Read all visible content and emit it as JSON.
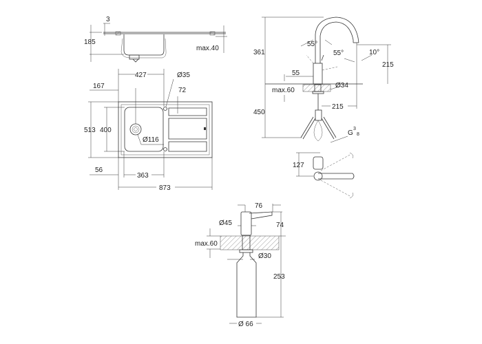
{
  "sink_side": {
    "thickness": "3",
    "depth": "185",
    "max_counter": "max.40"
  },
  "sink_top": {
    "bowl_width": "427",
    "offset_left": "167",
    "tap_hole": "Ø35",
    "rib_offset": "72",
    "total_depth": "513",
    "bowl_depth": "400",
    "drain": "Ø116",
    "edge_offset": "56",
    "inner_width": "363",
    "total_width": "873"
  },
  "faucet": {
    "height": "361",
    "hose": "450",
    "swivel_a": "55°",
    "swivel_b": "55°",
    "tilt": "10°",
    "spout_height": "215",
    "body": "55",
    "max_counter": "max.60",
    "hole": "Ø34",
    "reach": "215",
    "thread": "G",
    "thread_num": "3",
    "thread_den": "8",
    "top_depth": "127"
  },
  "dispenser": {
    "width": "76",
    "head": "Ø45",
    "head_height": "74",
    "max_counter": "max.60",
    "hole": "Ø30",
    "bottle_height": "253",
    "bottle_dia": "Ø 66"
  }
}
